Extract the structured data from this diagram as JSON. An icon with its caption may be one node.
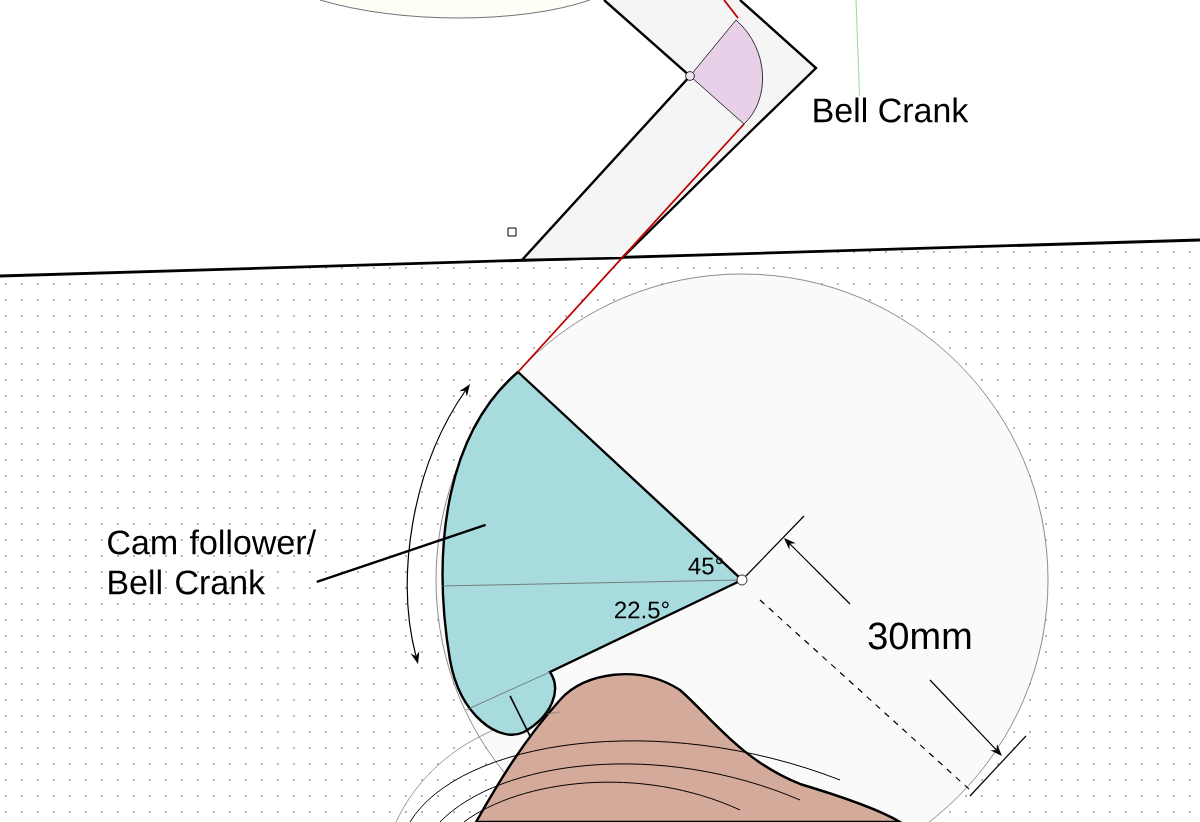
{
  "diagram": {
    "nodes": [
      {
        "text": [
          "Cam follower/ Bell Crank"
        ]
      },
      {
        "text": [],
        "shape": "picture"
      }
    ],
    "edges": [
      {
        "from": 0,
        "to": 1,
        "arrow": "none"
      }
    ],
    "labels": [
      "Bell Crank",
      "45°",
      "22.5°",
      "30mm"
    ]
  }
}
